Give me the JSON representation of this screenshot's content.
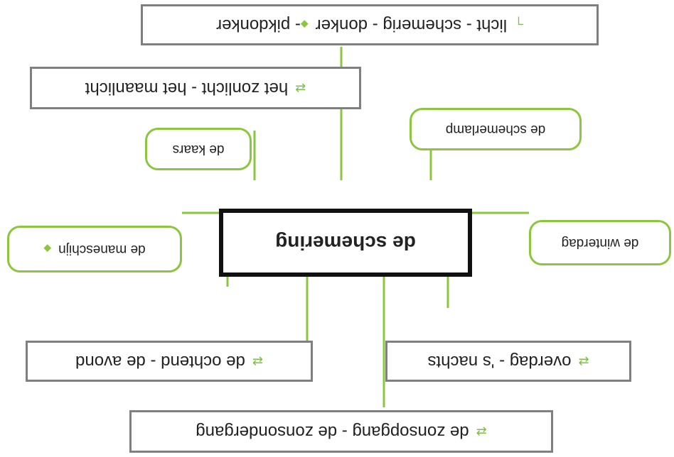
{
  "diagram": {
    "center": "de schemering",
    "branches": {
      "licht_scale": "licht - schemerig - donker",
      "licht_scale_tail": "- pikdonker",
      "zonlicht": "het zonlicht - het maanlicht",
      "schemerlamp": "de schemerlamp",
      "kaars": "de kaars",
      "manenschijn": "de maneschijn",
      "wintertag": "de winterdag",
      "ochtend": "de ochtend - de avond",
      "overdag": "overdag - 's nachts",
      "zonsopgang": "de zonsopgang - de zonsondergang"
    },
    "colors": {
      "accent": "#8cc63f",
      "box_border": "#7f7f7f",
      "center_border": "#111111"
    },
    "icons": {
      "scale": "stairs-icon",
      "pair": "opposite-arrows-icon",
      "leaf": "leaf-icon"
    }
  }
}
